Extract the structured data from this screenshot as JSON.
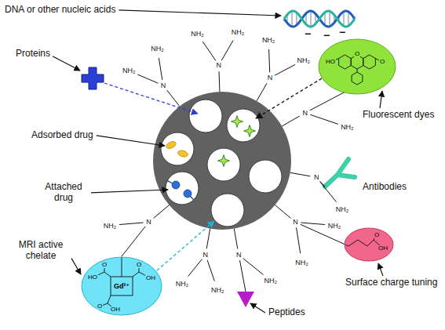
{
  "diagram": {
    "nodes": [
      {
        "text": [
          "HO",
          "O",
          "O"
        ]
      },
      {
        "text": [
          "O",
          "OH"
        ]
      },
      {
        "text": [
          "Gd³⁺",
          "O",
          "HO",
          "O",
          "OH",
          "O",
          "OH"
        ]
      }
    ],
    "labels": [
      "DNA or other nucleic acids",
      "Proteins",
      "Adsorbed drug",
      "Attached drug",
      "Fluorescent dyes",
      "Antibodies",
      "Surface charge tuning",
      "Peptides",
      "MRI active chelate",
      "−",
      "−",
      "−",
      "N",
      "NH₂",
      "NH₂",
      "N",
      "NH₂",
      "NH₂",
      "N",
      "NH₂",
      "NH₂",
      "N",
      "NH₂",
      "N",
      "NH₂",
      "N",
      "NH₂",
      "NH₂",
      "N",
      "NH₂",
      "N",
      "NH₂",
      "NH₂",
      "N",
      "NH₂"
    ]
  }
}
